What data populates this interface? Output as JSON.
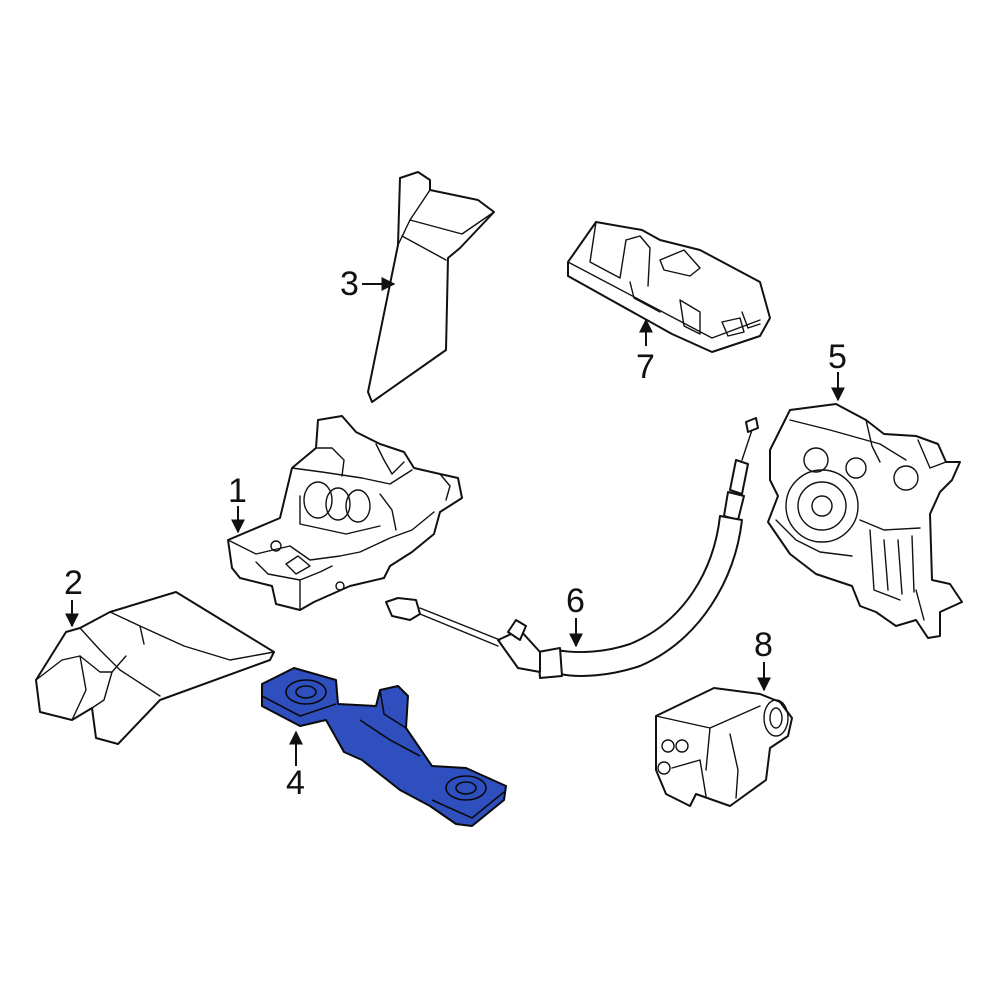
{
  "diagram": {
    "highlight_color": "#2f4fbf",
    "callouts": [
      {
        "id": "1",
        "label": "1",
        "part": "lock-actuator"
      },
      {
        "id": "2",
        "label": "2",
        "part": "lock-cover"
      },
      {
        "id": "3",
        "label": "3",
        "part": "seal-bracket"
      },
      {
        "id": "4",
        "label": "4",
        "part": "striker-bracket",
        "highlighted": true
      },
      {
        "id": "5",
        "label": "5",
        "part": "latch-motor"
      },
      {
        "id": "6",
        "label": "6",
        "part": "release-cable"
      },
      {
        "id": "7",
        "label": "7",
        "part": "release-switch"
      },
      {
        "id": "8",
        "label": "8",
        "part": "switch-connector"
      }
    ]
  }
}
